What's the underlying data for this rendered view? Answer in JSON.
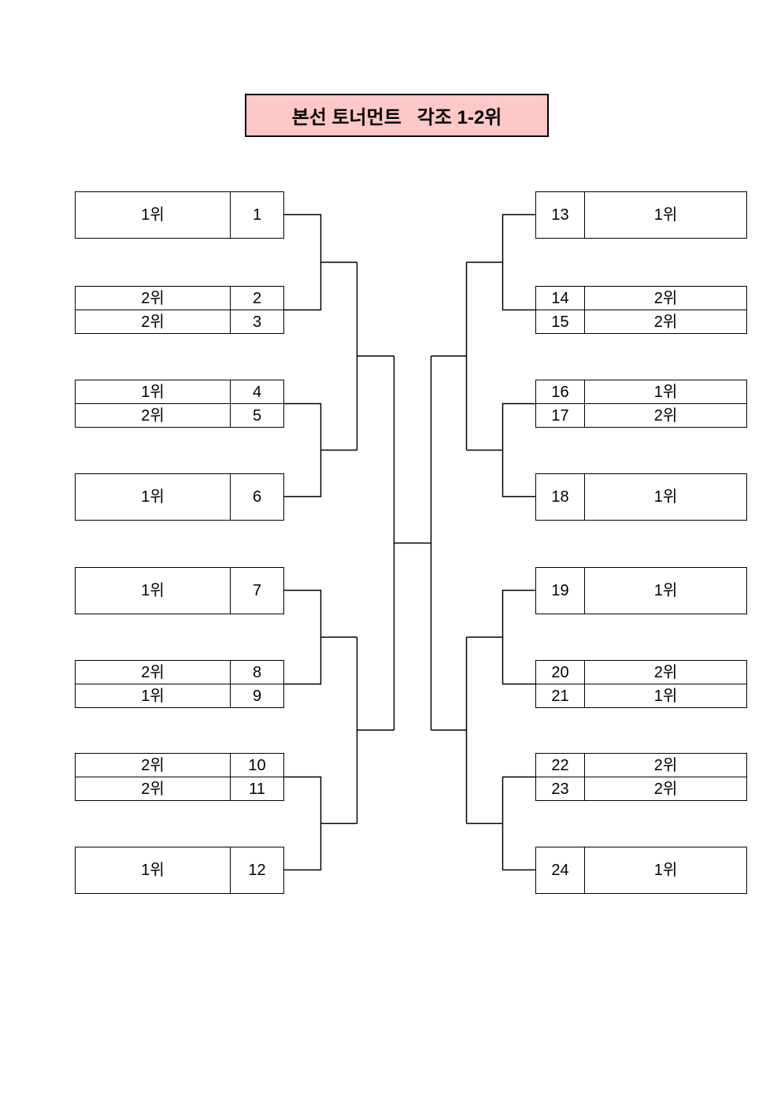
{
  "title": {
    "text": "본선 토너먼트   각조 1-2위"
  },
  "colors": {
    "title_bg": "#ffc8c8",
    "line": "#000000",
    "text": "#000000",
    "page_bg": "#ffffff"
  },
  "slots": [
    {
      "num": "1",
      "label": "1위"
    },
    {
      "num": "2",
      "label": "2위"
    },
    {
      "num": "3",
      "label": "2위"
    },
    {
      "num": "4",
      "label": "1위"
    },
    {
      "num": "5",
      "label": "2위"
    },
    {
      "num": "6",
      "label": "1위"
    },
    {
      "num": "7",
      "label": "1위"
    },
    {
      "num": "8",
      "label": "2위"
    },
    {
      "num": "9",
      "label": "1위"
    },
    {
      "num": "10",
      "label": "2위"
    },
    {
      "num": "11",
      "label": "2위"
    },
    {
      "num": "12",
      "label": "1위"
    },
    {
      "num": "13",
      "label": "1위"
    },
    {
      "num": "14",
      "label": "2위"
    },
    {
      "num": "15",
      "label": "2위"
    },
    {
      "num": "16",
      "label": "1위"
    },
    {
      "num": "17",
      "label": "2위"
    },
    {
      "num": "18",
      "label": "1위"
    },
    {
      "num": "19",
      "label": "1위"
    },
    {
      "num": "20",
      "label": "2위"
    },
    {
      "num": "21",
      "label": "1위"
    },
    {
      "num": "22",
      "label": "2위"
    },
    {
      "num": "23",
      "label": "2위"
    },
    {
      "num": "24",
      "label": "1위"
    }
  ]
}
